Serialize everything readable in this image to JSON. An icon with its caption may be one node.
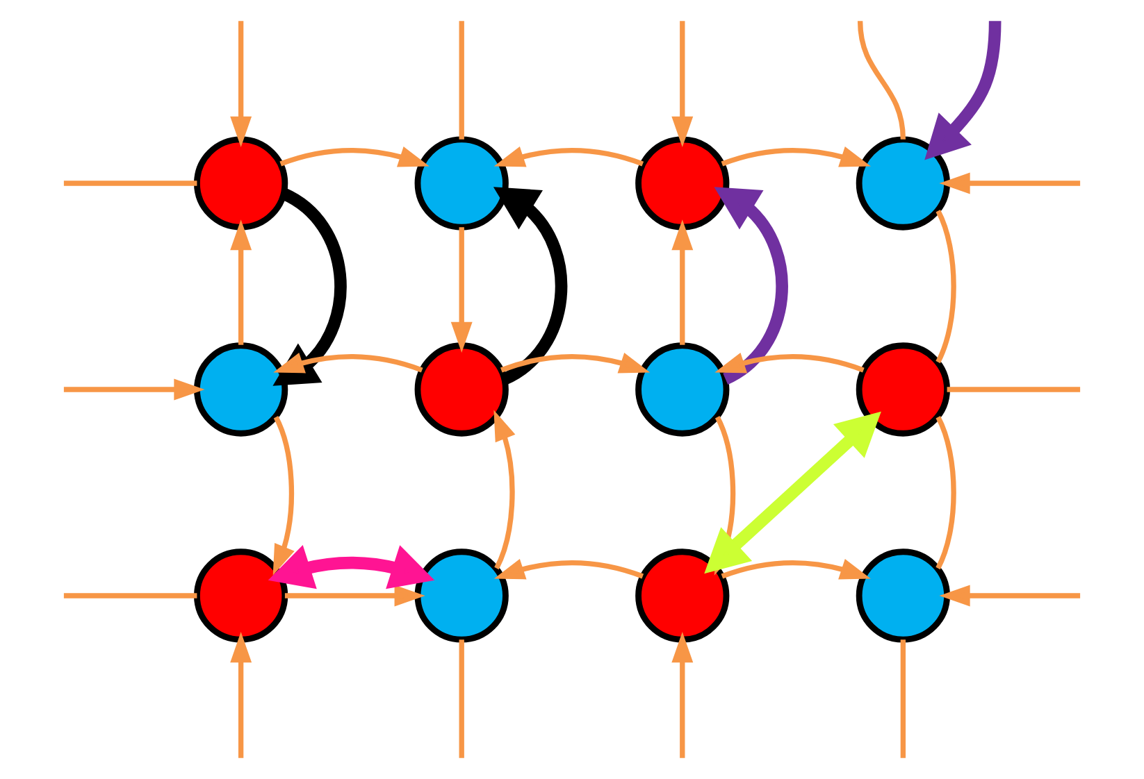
{
  "diagram": {
    "nodes": [
      {
        "text": [],
        "shape": "circle"
      },
      {
        "text": [],
        "shape": "circle"
      },
      {
        "text": [],
        "shape": "circle"
      },
      {
        "text": [],
        "shape": "circle"
      },
      {
        "text": [],
        "shape": "circle"
      },
      {
        "text": [],
        "shape": "circle"
      },
      {
        "text": [],
        "shape": "circle"
      },
      {
        "text": [],
        "shape": "circle"
      },
      {
        "text": [],
        "shape": "circle"
      },
      {
        "text": [],
        "shape": "circle"
      },
      {
        "text": [],
        "shape": "circle"
      },
      {
        "text": [],
        "shape": "circle"
      }
    ],
    "edges": [
      {
        "from": 0,
        "to": null,
        "arrow": "none"
      },
      {
        "from": 1,
        "to": null,
        "arrow": "none"
      },
      {
        "from": null,
        "to": 2,
        "arrow": "to"
      },
      {
        "from": 3,
        "to": null,
        "arrow": "none"
      },
      {
        "from": null,
        "to": 0,
        "arrow": "to"
      },
      {
        "from": 0,
        "to": 1,
        "arrow": "to"
      },
      {
        "from": 2,
        "to": 1,
        "arrow": "to"
      },
      {
        "from": 2,
        "to": 3,
        "arrow": "to"
      },
      {
        "from": null,
        "to": 3,
        "arrow": "to",
        "style": "thick",
        "color": "#7030a0"
      },
      {
        "from": 4,
        "to": 0,
        "arrow": "to"
      },
      {
        "from": 1,
        "to": 5,
        "arrow": "to"
      },
      {
        "from": 6,
        "to": 2,
        "arrow": "to"
      },
      {
        "from": 3,
        "to": 7,
        "arrow": "none"
      },
      {
        "from": null,
        "to": 4,
        "arrow": "to"
      },
      {
        "from": 5,
        "to": 4,
        "arrow": "to"
      },
      {
        "from": 5,
        "to": 6,
        "arrow": "to"
      },
      {
        "from": 7,
        "to": 6,
        "arrow": "to"
      },
      {
        "from": 7,
        "to": null,
        "arrow": "none"
      },
      {
        "from": 4,
        "to": 8,
        "arrow": "to"
      },
      {
        "from": 9,
        "to": 5,
        "arrow": "to"
      },
      {
        "from": 6,
        "to": 10,
        "arrow": "to"
      },
      {
        "from": 7,
        "to": 11,
        "arrow": "none"
      },
      {
        "from": 8,
        "to": null,
        "arrow": "none"
      },
      {
        "from": 8,
        "to": 9,
        "arrow": "to"
      },
      {
        "from": 10,
        "to": 9,
        "arrow": "to"
      },
      {
        "from": 10,
        "to": 11,
        "arrow": "to"
      },
      {
        "from": 11,
        "to": null,
        "arrow": "none"
      },
      {
        "from": null,
        "to": 8,
        "arrow": "to"
      },
      {
        "from": 9,
        "to": null,
        "arrow": "none"
      },
      {
        "from": null,
        "to": 10,
        "arrow": "to"
      },
      {
        "from": null,
        "to": 11,
        "arrow": "to"
      },
      {
        "from": 0,
        "to": 4,
        "arrow": "to",
        "style": "thick",
        "color": "#000000"
      },
      {
        "from": 5,
        "to": 1,
        "arrow": "to",
        "style": "thick",
        "color": "#000000"
      },
      {
        "from": 6,
        "to": 2,
        "arrow": "to",
        "style": "thick",
        "color": "#7030a0"
      },
      {
        "from": null,
        "to": 3,
        "arrow": "to"
      },
      {
        "from": 7,
        "to": 10,
        "arrow": "both",
        "style": "thick",
        "color": "#ccff33"
      },
      {
        "from": 8,
        "to": 9,
        "arrow": "both",
        "style": "thick",
        "color": "#ff1493"
      }
    ]
  }
}
